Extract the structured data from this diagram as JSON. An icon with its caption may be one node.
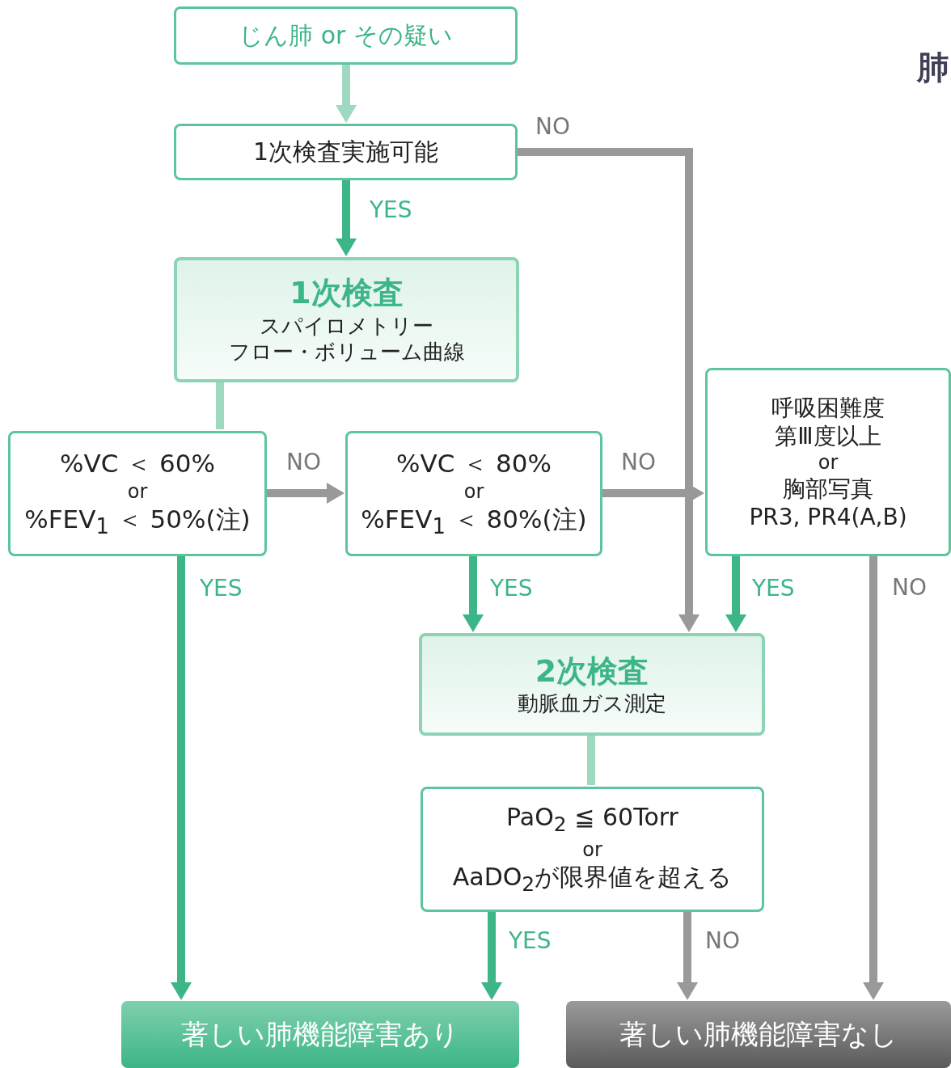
{
  "diagram": {
    "nodes": [
      {
        "text": [
          "じん肺 or その疑い"
        ]
      },
      {
        "text": [
          "1次検査実施可能"
        ]
      },
      {
        "text": [
          "1次検査",
          "スパイロメトリー",
          "フロー・ボリューム曲線"
        ]
      },
      {
        "text": [
          "%VC ＜ 60%",
          "or",
          "%FEV$_{1}$ ＜ 50%(注)"
        ]
      },
      {
        "text": [
          "%VC ＜ 80%",
          "or",
          "%FEV$_{1}$ ＜ 80%(注)"
        ]
      },
      {
        "text": [
          "呼吸困難度第Ⅲ度以上",
          "or",
          "胸部写真",
          "PR3, PR4(A,B)"
        ]
      },
      {
        "text": [
          "2次検査",
          "動脈血ガス測定"
        ]
      },
      {
        "text": [
          "PaO$_{2}$ ≦ 60Torr",
          "or",
          "AaDO$_{2}$が限界値を超える"
        ]
      },
      {
        "text": [
          "著しい肺機能障害あり"
        ]
      },
      {
        "text": [
          "著しい肺機能障害なし"
        ]
      }
    ],
    "edges": [
      {
        "from": 0,
        "to": 1,
        "arrow": "to",
        "color": "#9fd9c0"
      },
      {
        "from": 1,
        "to": 2,
        "arrow": "to",
        "label": "YES"
      },
      {
        "from": 1,
        "to": 6,
        "arrow": "to",
        "label": "NO",
        "color": "#999999"
      },
      {
        "from": 2,
        "to": 3,
        "arrow": "none",
        "color": "#9fd9c0"
      },
      {
        "from": 3,
        "to": 4,
        "arrow": "to",
        "label": "NO",
        "color": "#999999"
      },
      {
        "from": 4,
        "to": 5,
        "arrow": "to",
        "label": "NO",
        "color": "#999999"
      },
      {
        "from": 4,
        "to": 6,
        "arrow": "to",
        "label": "YES"
      },
      {
        "from": 5,
        "to": 6,
        "arrow": "to",
        "label": "YES"
      },
      {
        "from": 5,
        "to": 9,
        "arrow": "to",
        "label": "NO",
        "color": "#999999"
      },
      {
        "from": 3,
        "to": 8,
        "arrow": "to",
        "label": "YES"
      },
      {
        "from": 6,
        "to": 7,
        "arrow": "none",
        "color": "#9fd9c0"
      },
      {
        "from": 7,
        "to": 8,
        "arrow": "to",
        "label": "YES"
      },
      {
        "from": 7,
        "to": 9,
        "arrow": "to",
        "label": "NO",
        "color": "#999999"
      }
    ],
    "labels": [
      "肺"
    ]
  }
}
